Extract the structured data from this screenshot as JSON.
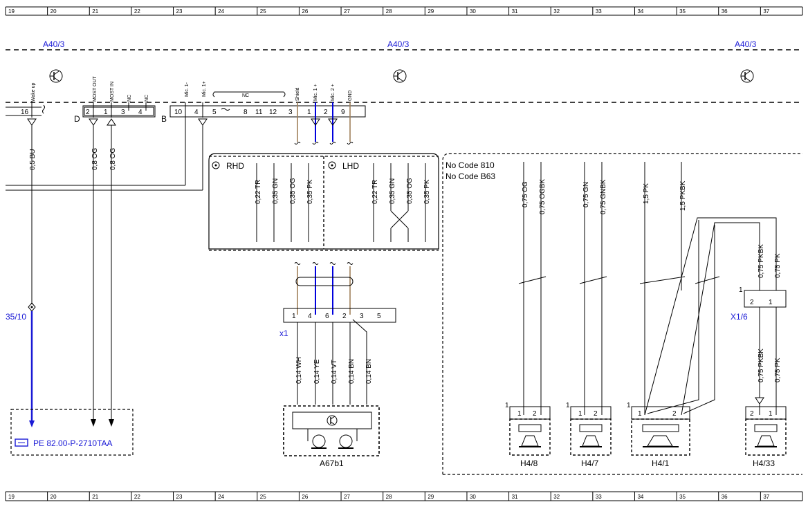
{
  "ruler": {
    "columns": [
      "19",
      "20",
      "21",
      "22",
      "23",
      "24",
      "25",
      "26",
      "27",
      "28",
      "29",
      "30",
      "31",
      "32",
      "33",
      "34",
      "35",
      "36",
      "37"
    ]
  },
  "module": {
    "labels": [
      "A40/3",
      "A40/3",
      "A40/3"
    ]
  },
  "connector_d": {
    "letter": "D",
    "pins": [
      "2",
      "1",
      "3",
      "4"
    ],
    "signals": [
      "MOST OUT",
      "MOST IN",
      "NC",
      "NC"
    ]
  },
  "connector_b": {
    "letter": "B",
    "pins": [
      "10",
      "4",
      "5",
      "8",
      "11",
      "12",
      "3",
      "1",
      "2",
      "9"
    ],
    "signals": [
      "Mic. 1-",
      "Mic. 1+",
      "NC",
      "Shield",
      "Mic. 1 +",
      "Mic. 2 +",
      "GND"
    ]
  },
  "wakeup": {
    "pin": "16",
    "signal": "Wake up",
    "wire": "0,5 BU",
    "ref": "35/10"
  },
  "most_wires": [
    "0,8 OG",
    "0,8 OG"
  ],
  "rhd": {
    "label": "RHD",
    "wires": [
      "0,22 TR",
      "0,35 GN",
      "0,35 OG",
      "0,35 PK"
    ]
  },
  "lhd": {
    "label": "LHD",
    "wires": [
      "0,22 TR",
      "0,35 GN",
      "0,35 OG",
      "0,35 PK"
    ]
  },
  "codes": [
    "No Code 810",
    "No Code B63"
  ],
  "speaker_wires": {
    "h48": [
      "0,75 OG",
      "0,75 OGBK"
    ],
    "h47": [
      "0,75 GN",
      "0,75 GNBK"
    ],
    "h41": [
      "1,5 PK",
      "1,5 PKBK"
    ],
    "x16_top": [
      "0,75 PKBK",
      "0,75 PK"
    ],
    "x16_bottom": [
      "0,75 PKBK",
      "0,75 PK"
    ]
  },
  "x1": {
    "label": "x1",
    "pins": [
      "1",
      "4",
      "6",
      "2",
      "3",
      "5"
    ],
    "wires": [
      "0,14 WH",
      "0,14 YE",
      "0,14 VT",
      "0,14 BN",
      "0,14 BN"
    ]
  },
  "x16": {
    "label": "X1/6",
    "pins": [
      "2",
      "1"
    ],
    "num": "1"
  },
  "components": {
    "a67b1": "A67b1",
    "h48": "H4/8",
    "h47": "H4/7",
    "h41": "H4/1",
    "h433": "H4/33",
    "speaker_pins": [
      "1",
      "2",
      "1",
      "2",
      "1",
      "2",
      "2",
      "1"
    ],
    "speaker_num": "1"
  },
  "reference": {
    "text": "PE 82.00-P-2710TAA"
  },
  "colors": {
    "signal_blue": "#1a1ad6",
    "wire_brown": "#a0805a",
    "wire_blue": "#0000dd"
  }
}
